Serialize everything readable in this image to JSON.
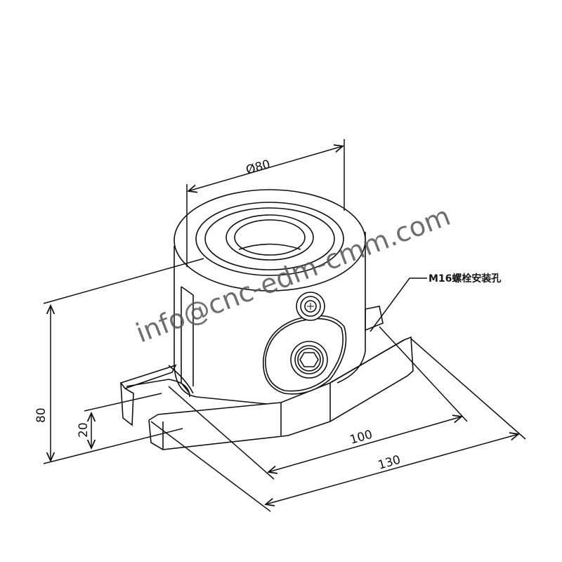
{
  "drawing": {
    "title": "Clamping fixture isometric drawing",
    "line_color": "#111111",
    "watermark_color": "#555555"
  },
  "dimensions": {
    "diameter": {
      "label": "Ø80",
      "value": 80
    },
    "height_total": {
      "label": "80",
      "value": 80
    },
    "base_height": {
      "label": "20",
      "value": 20
    },
    "mount_spacing": {
      "label": "100",
      "value": 100
    },
    "base_length": {
      "label": "130",
      "value": 130
    }
  },
  "callouts": {
    "mount_hole": {
      "label": "M16螺栓安装孔"
    }
  },
  "watermark": {
    "text": "info@cnc-edm-cmm.com"
  }
}
